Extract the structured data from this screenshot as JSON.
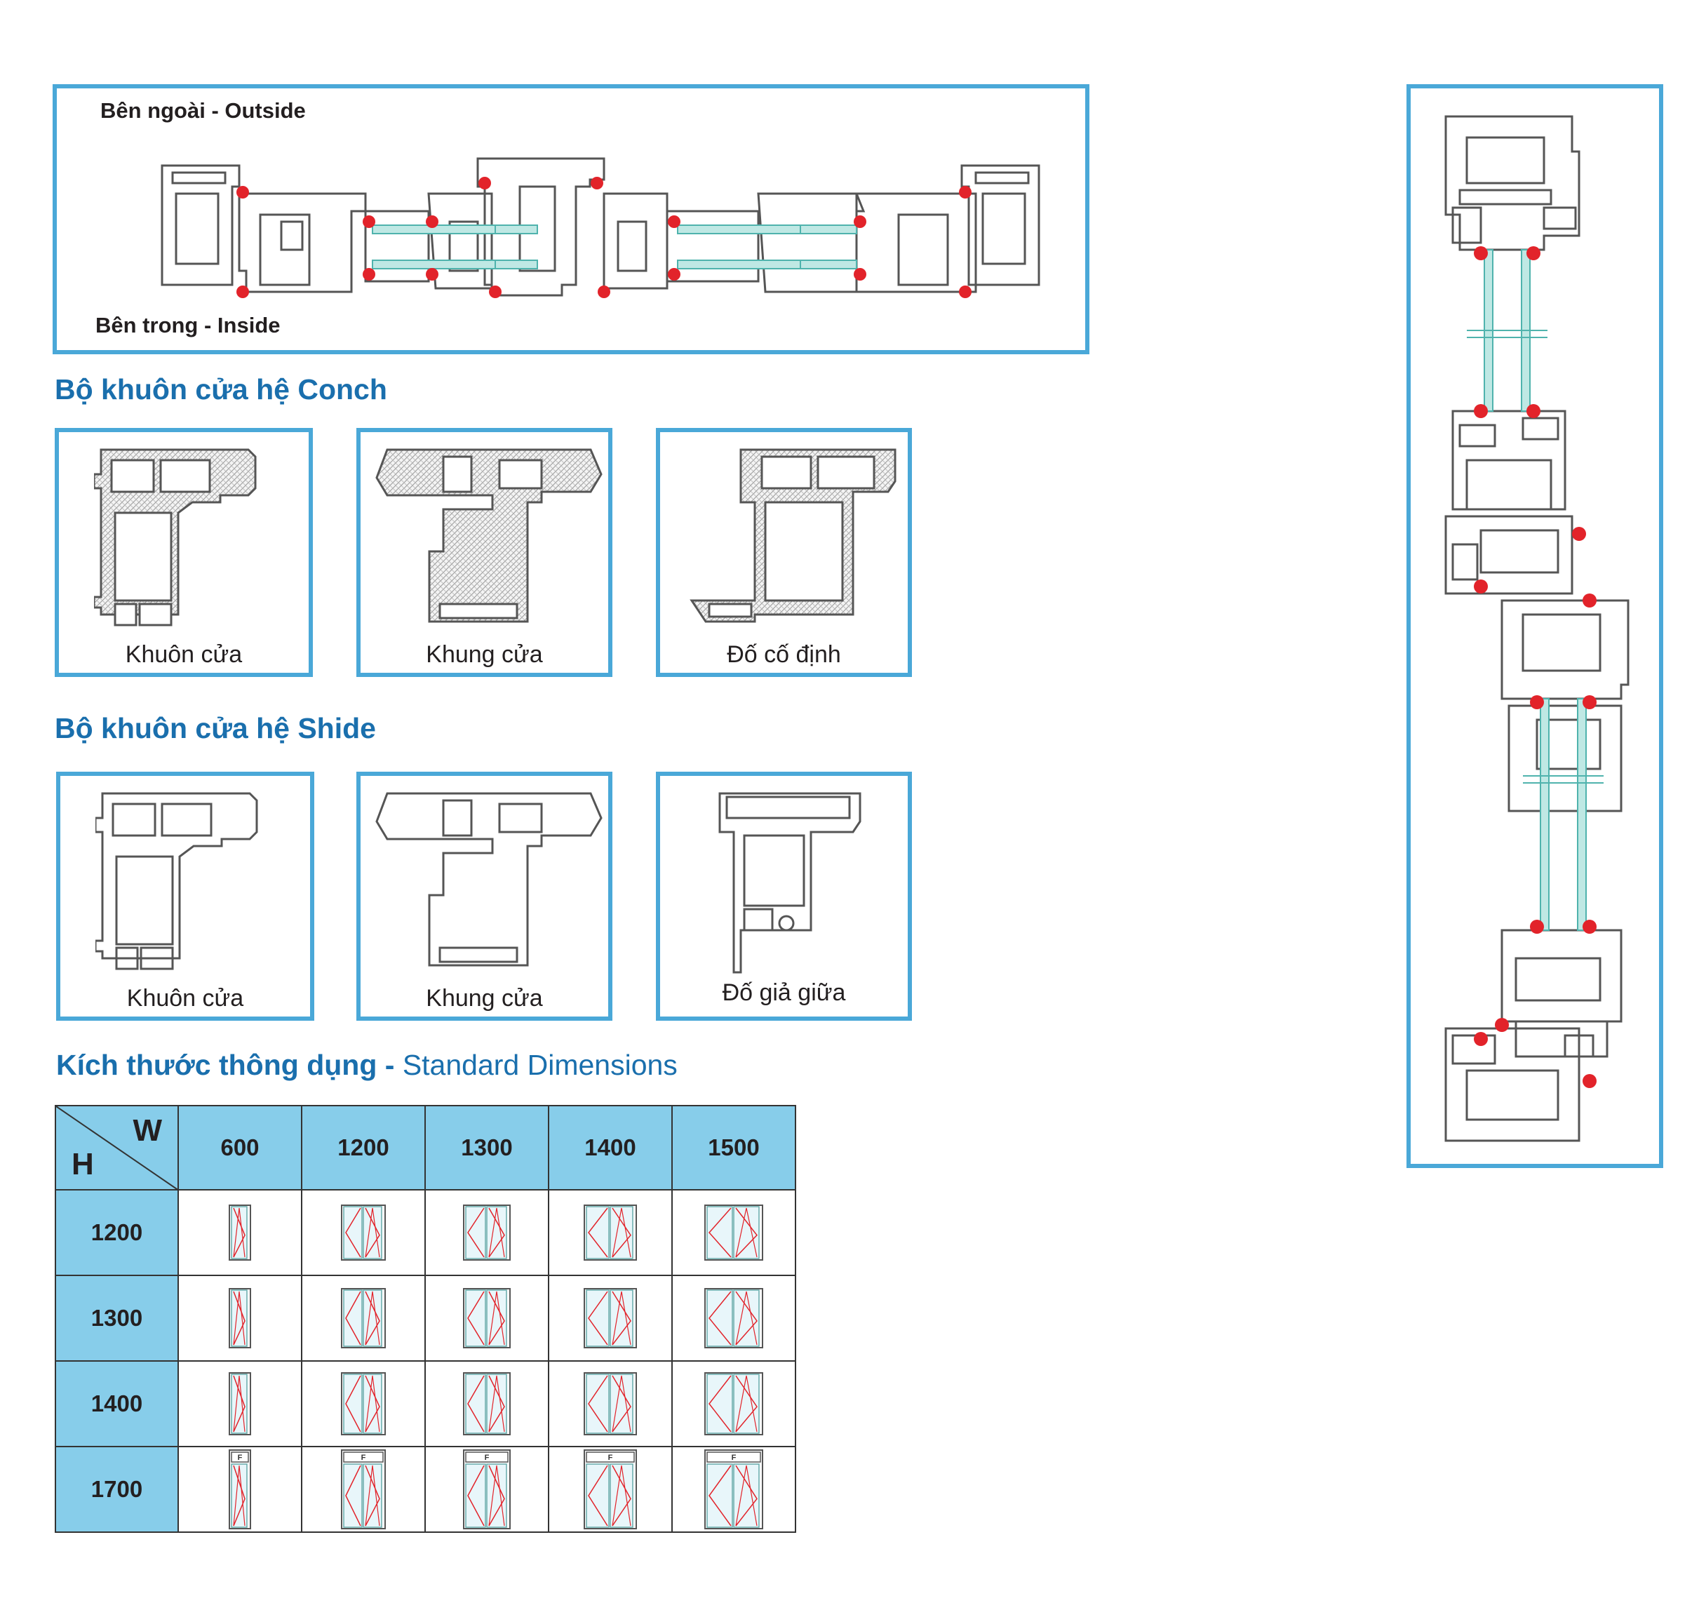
{
  "section_view": {
    "outside_label": "Bên ngoài - Outside",
    "inside_label": "Bên trong - Inside"
  },
  "conch": {
    "title": "Bộ khuôn cửa hệ Conch",
    "items": [
      {
        "caption": "Khuôn cửa",
        "icon": "frame-profile-icon"
      },
      {
        "caption": "Khung cửa",
        "icon": "sash-profile-icon"
      },
      {
        "caption": "Đố cố định",
        "icon": "fixed-mullion-profile-icon"
      }
    ]
  },
  "shide": {
    "title": "Bộ khuôn cửa hệ Shide",
    "items": [
      {
        "caption": "Khuôn cửa",
        "icon": "frame-profile-icon"
      },
      {
        "caption": "Khung cửa",
        "icon": "sash-profile-icon"
      },
      {
        "caption": "Đố giả giữa",
        "icon": "false-mullion-profile-icon"
      }
    ]
  },
  "dimensions": {
    "title_bold": "Kích thước thông dụng - ",
    "title_light": "Standard Dimensions",
    "w_label": "W",
    "h_label": "H",
    "widths": [
      "600",
      "1200",
      "1300",
      "1400",
      "1500"
    ],
    "heights": [
      "1200",
      "1300",
      "1400",
      "1700"
    ],
    "fixed_label": "F"
  },
  "colors": {
    "accent_blue": "#4aa8d8",
    "header_fill": "#87cdea",
    "heading_text": "#1a6fad",
    "gasket_red": "#e2232a",
    "glass": "#8fd3cf"
  }
}
